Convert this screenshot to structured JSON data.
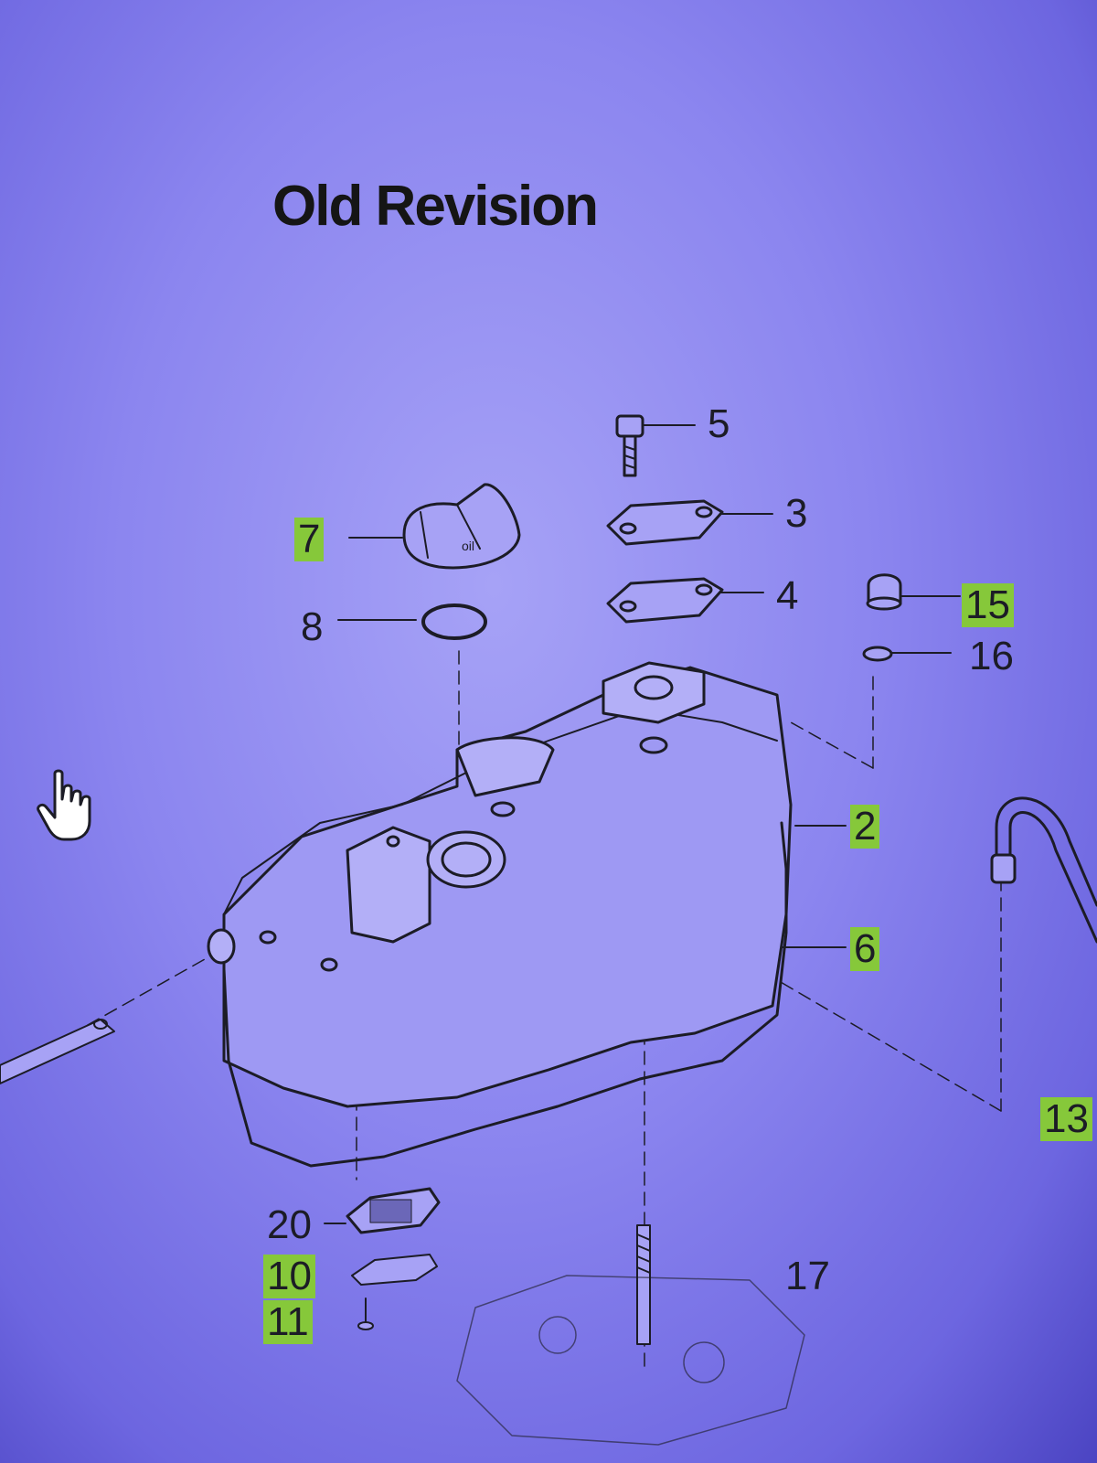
{
  "title": "Old Revision",
  "callouts": {
    "c5": {
      "label": "5",
      "highlighted": false
    },
    "c3": {
      "label": "3",
      "highlighted": false
    },
    "c4": {
      "label": "4",
      "highlighted": false
    },
    "c7": {
      "label": "7",
      "highlighted": true
    },
    "c8": {
      "label": "8",
      "highlighted": false
    },
    "c15": {
      "label": "15",
      "highlighted": true
    },
    "c16": {
      "label": "16",
      "highlighted": false
    },
    "c2": {
      "label": "2",
      "highlighted": true
    },
    "c6": {
      "label": "6",
      "highlighted": true
    },
    "c13": {
      "label": "13",
      "highlighted": true
    },
    "c20": {
      "label": "20",
      "highlighted": false
    },
    "c10": {
      "label": "10",
      "highlighted": true
    },
    "c11": {
      "label": "11",
      "highlighted": true
    },
    "c17": {
      "label": "17",
      "highlighted": false
    }
  },
  "colors": {
    "background": "#8b85ef",
    "highlight": "#86c83a",
    "line": "#1c1c26"
  },
  "icons": {
    "cursor": "hand-pointer-icon"
  }
}
